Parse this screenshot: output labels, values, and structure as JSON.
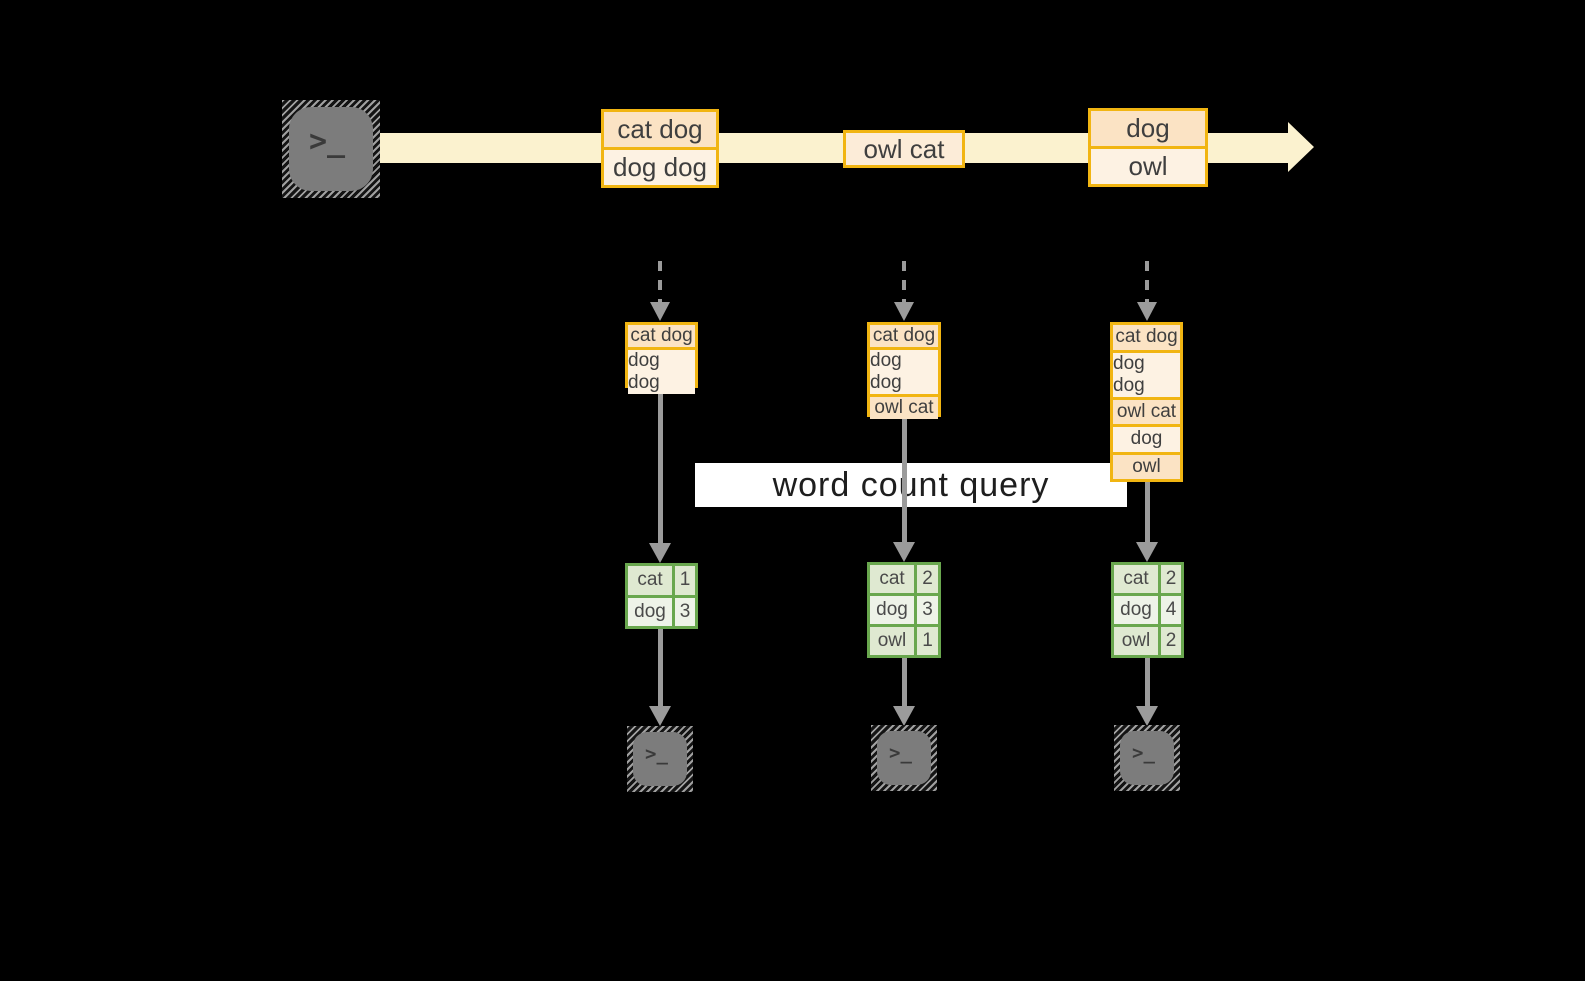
{
  "prompt_glyph": ">_",
  "query_label": "word count query",
  "stream": {
    "events": [
      {
        "lines": [
          "cat dog",
          "dog dog"
        ]
      },
      {
        "lines": [
          "owl cat"
        ]
      },
      {
        "lines": [
          "dog",
          "owl"
        ]
      }
    ]
  },
  "columns": [
    {
      "state": [
        "cat dog",
        "dog dog"
      ],
      "result": [
        {
          "word": "cat",
          "count": "1"
        },
        {
          "word": "dog",
          "count": "3"
        }
      ]
    },
    {
      "state": [
        "cat dog",
        "dog dog",
        "owl cat"
      ],
      "result": [
        {
          "word": "cat",
          "count": "2"
        },
        {
          "word": "dog",
          "count": "3"
        },
        {
          "word": "owl",
          "count": "1"
        }
      ]
    },
    {
      "state": [
        "cat dog",
        "dog dog",
        "owl cat",
        "dog",
        "owl"
      ],
      "result": [
        {
          "word": "cat",
          "count": "2"
        },
        {
          "word": "dog",
          "count": "4"
        },
        {
          "word": "owl",
          "count": "2"
        }
      ]
    }
  ],
  "colors": {
    "background": "#000000",
    "stream_band": "#fbf2cf",
    "box_border": "#f1b512",
    "box_fill_dark": "#fbe3c4",
    "box_fill_light": "#fdf2e3",
    "box_fill_single": "#fcecd8",
    "table_border": "#69a74e",
    "table_fill_dark": "#dfe9d1",
    "table_fill_light": "#eef3e8",
    "arrow": "#9b9b9b",
    "terminal_fill": "#7c7c7c",
    "label_bg": "#ffffff",
    "label_text": "#1e1e1e"
  }
}
